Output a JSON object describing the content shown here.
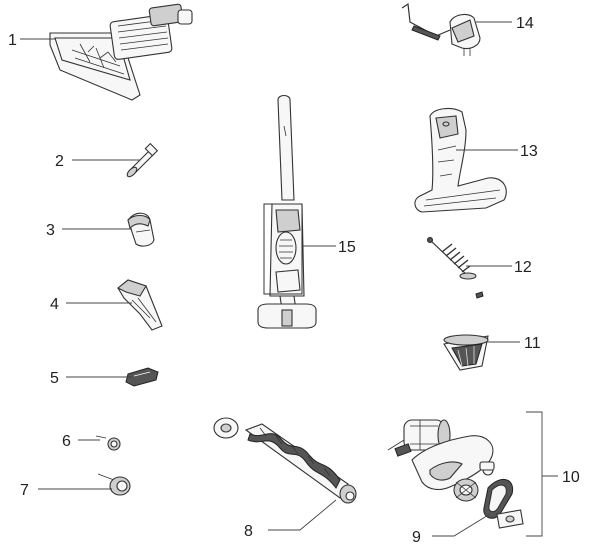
{
  "callouts": [
    {
      "id": "1",
      "label": "1"
    },
    {
      "id": "2",
      "label": "2"
    },
    {
      "id": "3",
      "label": "3"
    },
    {
      "id": "4",
      "label": "4"
    },
    {
      "id": "5",
      "label": "5"
    },
    {
      "id": "6",
      "label": "6"
    },
    {
      "id": "7",
      "label": "7"
    },
    {
      "id": "8",
      "label": "8"
    },
    {
      "id": "9",
      "label": "9"
    },
    {
      "id": "10",
      "label": "10"
    },
    {
      "id": "11",
      "label": "11"
    },
    {
      "id": "12",
      "label": "12"
    },
    {
      "id": "13",
      "label": "13"
    },
    {
      "id": "14",
      "label": "14"
    },
    {
      "id": "15",
      "label": "15"
    }
  ],
  "parts": [
    {
      "callout": "1",
      "icon": "battery-pack-icon"
    },
    {
      "callout": "2",
      "icon": "axle-pin-icon"
    },
    {
      "callout": "3",
      "icon": "small-cap-icon"
    },
    {
      "callout": "4",
      "icon": "nozzle-cover-icon"
    },
    {
      "callout": "5",
      "icon": "latch-clip-icon"
    },
    {
      "callout": "6",
      "icon": "small-wheel-with-pin-icon"
    },
    {
      "callout": "7",
      "icon": "large-wheel-with-pin-icon"
    },
    {
      "callout": "8",
      "icon": "brushroll-icon"
    },
    {
      "callout": "9",
      "icon": "drive-belt-icon"
    },
    {
      "callout": "10",
      "icon": "motor-gear-assembly-icon"
    },
    {
      "callout": "11",
      "icon": "filter-cup-icon"
    },
    {
      "callout": "12",
      "icon": "spring-screw-icon"
    },
    {
      "callout": "13",
      "icon": "handheld-unit-icon"
    },
    {
      "callout": "14",
      "icon": "charger-adapter-icon"
    },
    {
      "callout": "15",
      "icon": "stick-vacuum-icon"
    }
  ]
}
